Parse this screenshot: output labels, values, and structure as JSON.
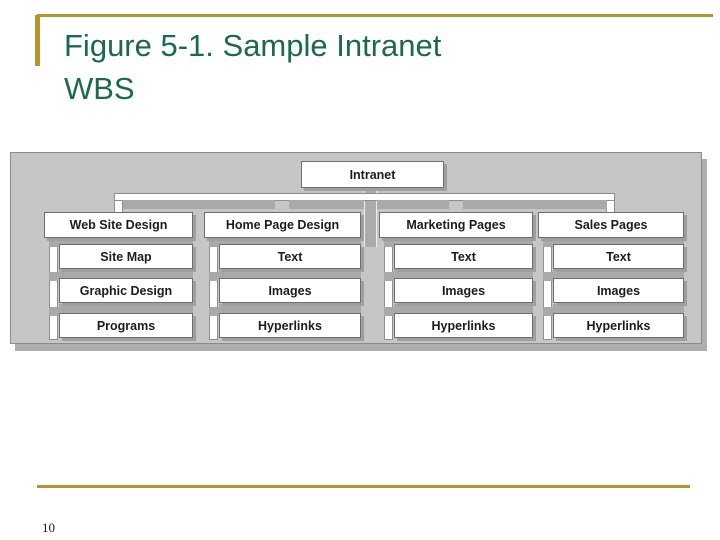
{
  "slide": {
    "title_line1": "Figure 5-1. Sample Intranet",
    "title_line2": "WBS",
    "page_number": "10",
    "accent_gold": "#b6952f",
    "title_green": "#1b6a4e",
    "panel_gray": "#c6c6c6",
    "connector_gray": "#a9a9a9"
  },
  "wbs": {
    "root": "Intranet",
    "columns": [
      {
        "label": "Web Site Design",
        "children": [
          "Site Map",
          "Graphic Design",
          "Programs"
        ]
      },
      {
        "label": "Home Page Design",
        "children": [
          "Text",
          "Images",
          "Hyperlinks"
        ]
      },
      {
        "label": "Marketing Pages",
        "children": [
          "Text",
          "Images",
          "Hyperlinks"
        ]
      },
      {
        "label": "Sales Pages",
        "children": [
          "Text",
          "Images",
          "Hyperlinks"
        ]
      }
    ]
  }
}
